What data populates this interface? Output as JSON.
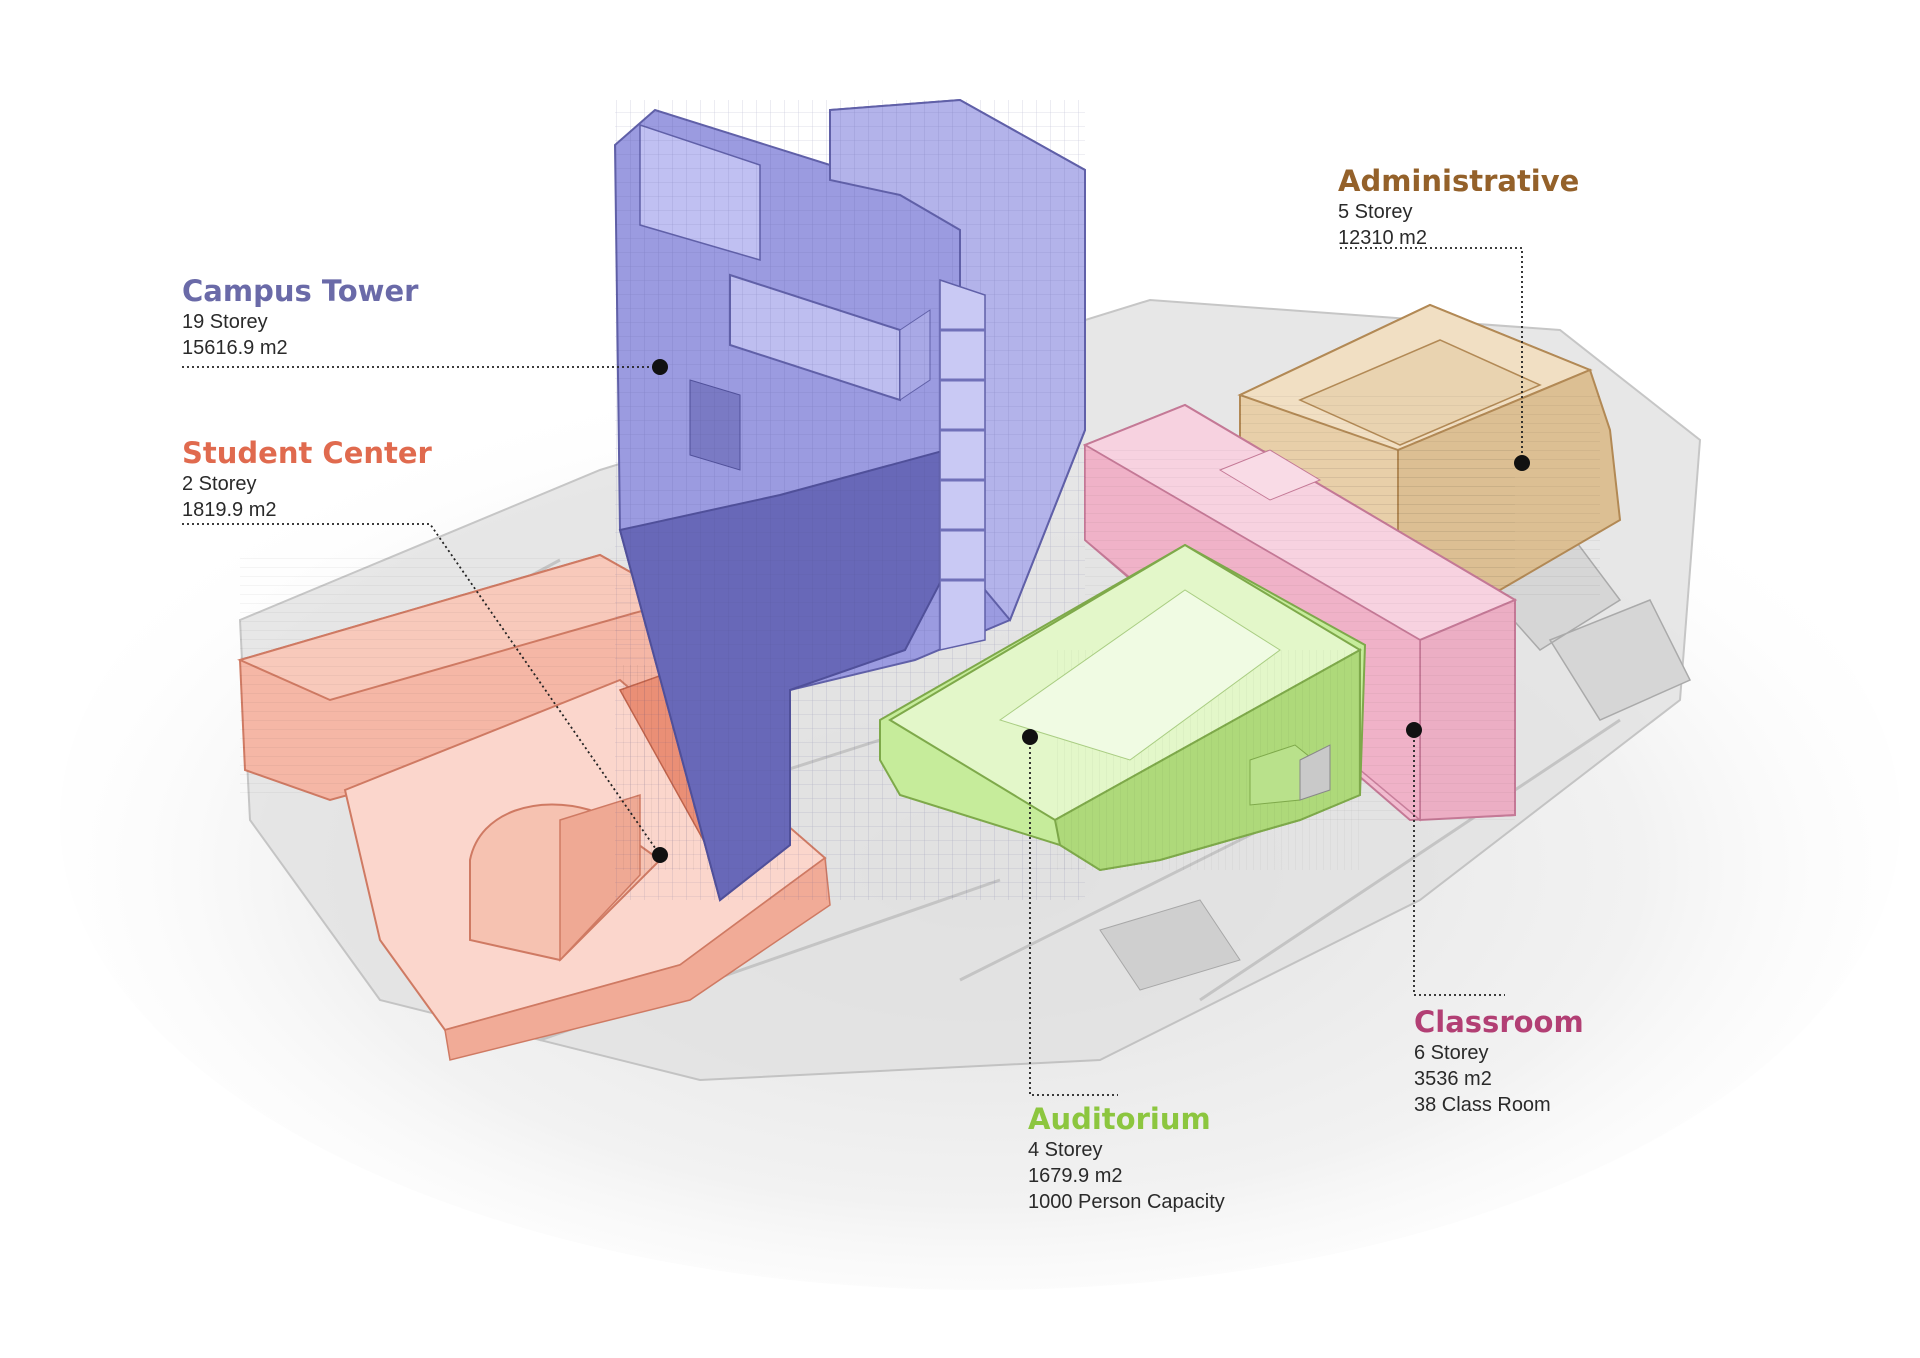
{
  "colors": {
    "tower": "#6a6aa8",
    "student": "#e06a4e",
    "admin": "#94612a",
    "classroom": "#b23f74",
    "auditorium": "#8cc63f"
  },
  "buildings": {
    "tower": {
      "name": "Campus Tower",
      "lines": [
        "19 Storey",
        "15616.9 m2"
      ]
    },
    "student": {
      "name": "Student Center",
      "lines": [
        "2 Storey",
        "1819.9 m2"
      ]
    },
    "admin": {
      "name": "Administrative",
      "lines": [
        "5 Storey",
        "12310 m2"
      ]
    },
    "classroom": {
      "name": "Classroom",
      "lines": [
        "6 Storey",
        "3536 m2",
        "38 Class Room"
      ]
    },
    "auditorium": {
      "name": "Auditorium",
      "lines": [
        "4 Storey",
        "1679.9 m2",
        "1000 Person Capacity"
      ]
    }
  }
}
